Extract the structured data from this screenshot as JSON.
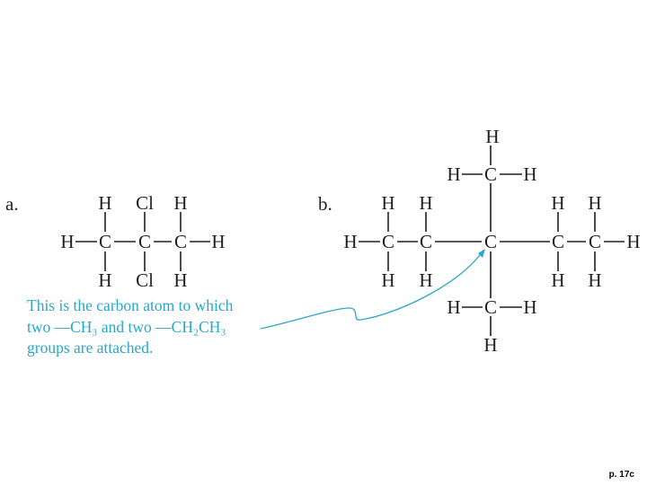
{
  "labels": {
    "a": "a.",
    "b": "b."
  },
  "annotation": {
    "line1": "This is the carbon atom to which",
    "line2": "two —CH₃ and two —CH₂CH₃",
    "line3": "groups are attached."
  },
  "footer": "p. 17c",
  "colors": {
    "annotation": "#2aa6c9",
    "structure": "#231f20"
  },
  "atoms": {
    "hydrogen": "H",
    "carbon": "C",
    "chlorine": "Cl"
  }
}
